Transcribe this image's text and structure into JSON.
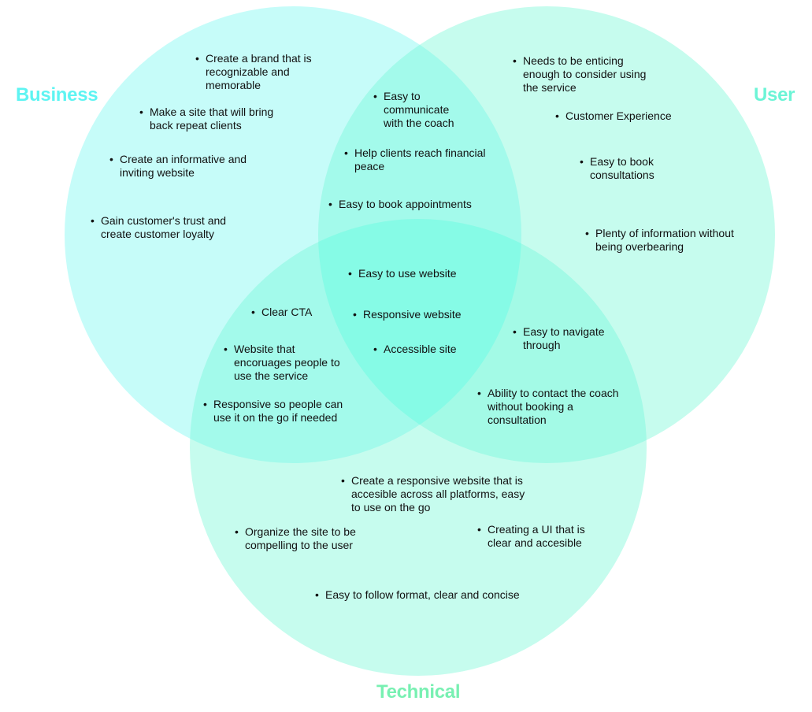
{
  "title": "Business / User / Technical Venn diagram",
  "colors": {
    "business_fill": "#c6fcf9",
    "user_fill": "#c6fcee",
    "technical_fill": "#c6fcee",
    "business_user_overlap": "#a3faeb",
    "business_technical_overlap": "#a3faeb",
    "user_technical_overlap": "#a3fae6",
    "center_overlap": "#86fbe6",
    "business_label": "#5ef4f2",
    "user_label": "#6cf4d6",
    "technical_label": "#78f0b2",
    "text": "#111111"
  },
  "sets": {
    "business": {
      "label": "Business"
    },
    "user": {
      "label": "User"
    },
    "technical": {
      "label": "Technical"
    }
  },
  "regions": {
    "business_only": [
      "Create a brand that is recognizable and memorable",
      "Make a site that will bring back repeat clients",
      "Create an informative and inviting website",
      "Gain customer's trust and create customer loyalty"
    ],
    "business_user": [
      "Easy to communicate with the coach",
      "Help clients reach financial peace",
      "Easy to book appointments"
    ],
    "user_only": [
      "Needs to be enticing enough to consider using the service",
      "Customer Experience",
      "Easy to book consultations",
      "Plenty of information without being overbearing"
    ],
    "all_three": [
      "Easy to use website",
      "Responsive website",
      "Accessible site"
    ],
    "business_technical": [
      "Clear CTA",
      "Website that encoruages people to use the service",
      "Responsive so people can use it on the go if needed"
    ],
    "user_technical": [
      "Easy to navigate through",
      "Ability to contact the coach without booking a consultation"
    ],
    "technical_only": [
      "Create a responsive website that is accesible across all platforms, easy to use on the go",
      "Organize the site to be compelling to the user",
      "Creating a UI that is clear and accesible",
      "Easy to follow format, clear and concise"
    ]
  },
  "bullet": "•"
}
